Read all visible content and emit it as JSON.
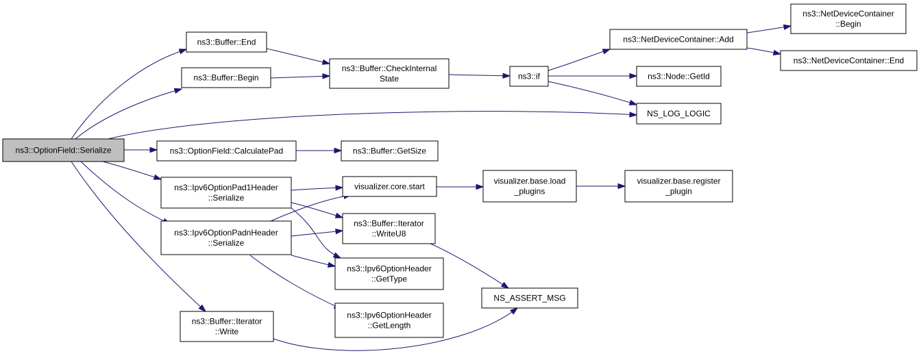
{
  "graph": {
    "nodes": {
      "serialize": [
        "ns3::OptionField::Serialize"
      ],
      "buf_end": [
        "ns3::Buffer::End"
      ],
      "buf_begin": [
        "ns3::Buffer::Begin"
      ],
      "check_internal": [
        "ns3::Buffer::CheckInternal",
        "State"
      ],
      "if": [
        "ns3::if"
      ],
      "ndc_add": [
        "ns3::NetDeviceContainer::Add"
      ],
      "ndc_begin": [
        "ns3::NetDeviceContainer",
        "::Begin"
      ],
      "ndc_end": [
        "ns3::NetDeviceContainer::End"
      ],
      "node_getid": [
        "ns3::Node::GetId"
      ],
      "ns_log_logic": [
        "NS_LOG_LOGIC"
      ],
      "calc_pad": [
        "ns3::OptionField::CalculatePad"
      ],
      "buf_getsize": [
        "ns3::Buffer::GetSize"
      ],
      "pad1": [
        "ns3::Ipv6OptionPad1Header",
        "::Serialize"
      ],
      "padn": [
        "ns3::Ipv6OptionPadnHeader",
        "::Serialize"
      ],
      "vis_start": [
        "visualizer.core.start"
      ],
      "vis_load": [
        "visualizer.base.load",
        "_plugins"
      ],
      "vis_register": [
        "visualizer.base.register",
        "_plugin"
      ],
      "write_u8": [
        "ns3::Buffer::Iterator",
        "::WriteU8"
      ],
      "get_type": [
        "ns3::Ipv6OptionHeader",
        "::GetType"
      ],
      "get_length": [
        "ns3::Ipv6OptionHeader",
        "::GetLength"
      ],
      "ns_assert": [
        "NS_ASSERT_MSG"
      ],
      "iter_write": [
        "ns3::Buffer::Iterator",
        "::Write"
      ]
    }
  }
}
